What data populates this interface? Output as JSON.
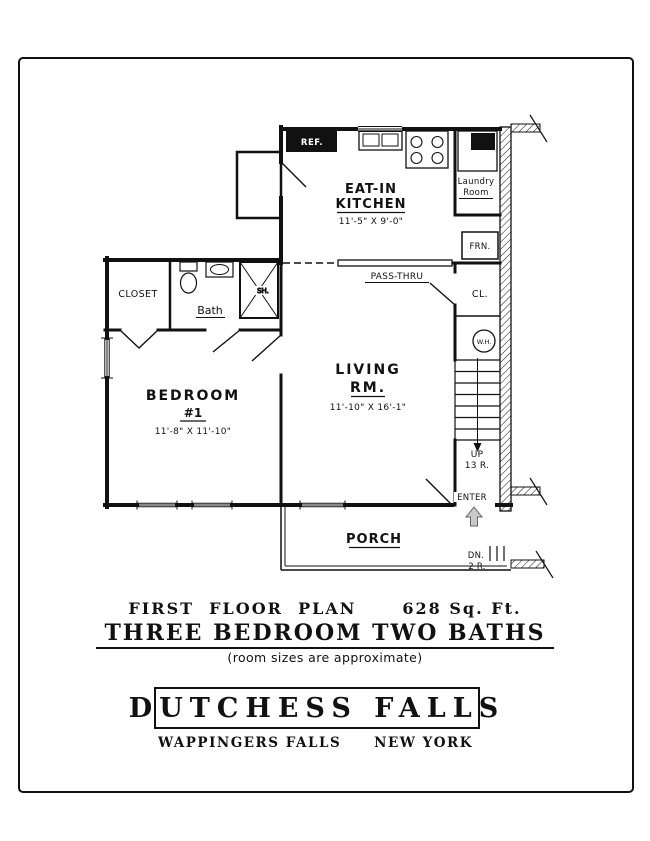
{
  "colors": {
    "ink": "#111111",
    "paper": "#ffffff",
    "arrow_fill": "#c9c9c9"
  },
  "plan": {
    "ref": "REF.",
    "kitchen": {
      "line1": "EAT-IN",
      "line2": "KITCHEN",
      "dims": "11'-5\" X 9'-0\""
    },
    "laundry": {
      "line1": "Laundry",
      "line2": "Room"
    },
    "furnace": "FRN.",
    "closet_abbrev": "CL.",
    "water_heater": "W.H.",
    "pass_thru": "PASS-THRU",
    "closet": "CLOSET",
    "bath": "Bath",
    "shower": "SH.",
    "bedroom": {
      "name": "BEDROOM",
      "number": "#1",
      "dims": "11'-8\" X 11'-10\""
    },
    "living": {
      "line1": "LIVING",
      "line2": "RM.",
      "dims": "11'-10\" X 16'-1\""
    },
    "stairs": {
      "up": "UP",
      "risers": "13 R."
    },
    "enter": "ENTER",
    "porch": "PORCH",
    "steps": {
      "dn": "DN.",
      "risers": "2 R."
    }
  },
  "captions": {
    "title": "FIRST  FLOOR  PLAN",
    "area": "628 Sq. Ft.",
    "subtitle": "THREE BEDROOM TWO BATHS",
    "note": "(room sizes are approximate)",
    "development": "DUTCHESS FALLS",
    "city": "WAPPINGERS FALLS",
    "state": "NEW YORK"
  }
}
